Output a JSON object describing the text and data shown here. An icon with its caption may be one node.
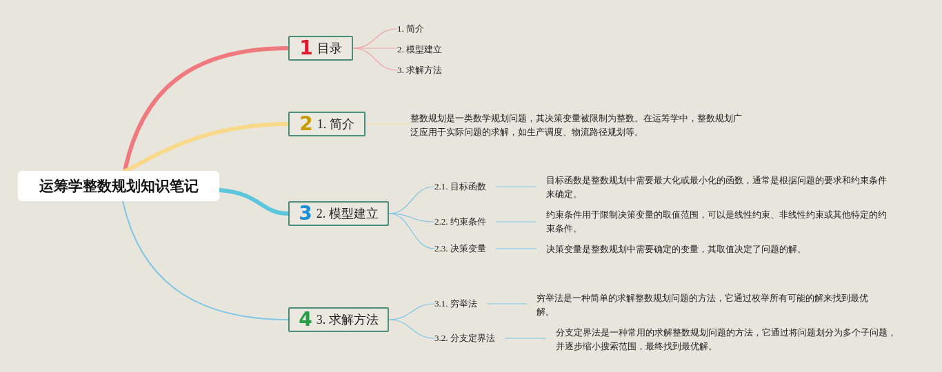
{
  "diagram": {
    "nodes": [
      {
        "text": [
          "运筹学整数规划知识笔记"
        ]
      },
      {
        "text": [
          "1",
          "目录"
        ]
      },
      {
        "text": [
          "2",
          "1. 简介"
        ]
      },
      {
        "text": [
          "3",
          "2. 模型建立"
        ]
      },
      {
        "text": [
          "4",
          "3. 求解方法"
        ]
      },
      {
        "text": [
          "1. 简介"
        ]
      },
      {
        "text": [
          "2. 模型建立"
        ]
      },
      {
        "text": [
          "3. 求解方法"
        ]
      },
      {
        "text": [
          "整数规划是一类数学规划问题，其决策变量被限制为整数。在运筹学中，整数规划广泛应用于实际问题的求解，如生产调度、物流路径规划等。"
        ]
      },
      {
        "text": [
          "2.1. 目标函数"
        ]
      },
      {
        "text": [
          "目标函数是整数规划中需要最大化或最小化的函数，通常是根据问题的要求和约束条件来确定。"
        ]
      },
      {
        "text": [
          "2.2. 约束条件"
        ]
      },
      {
        "text": [
          "约束条件用于限制决策变量的取值范围，可以是线性约束、非线性约束或其他特定的约束条件。"
        ]
      },
      {
        "text": [
          "2.3. 决策变量"
        ]
      },
      {
        "text": [
          "决策变量是整数规划中需要确定的变量，其取值决定了问题的解。"
        ]
      },
      {
        "text": [
          "3.1. 穷举法"
        ]
      },
      {
        "text": [
          "穷举法是一种简单的求解整数规划问题的方法，它通过枚举所有可能的解来找到最优解。"
        ]
      },
      {
        "text": [
          "3.2. 分支定界法"
        ]
      },
      {
        "text": [
          "分支定界法是一种常用的求解整数规划问题的方法，它通过将问题划分为多个子问题，并逐步缩小搜索范围，最终找到最优解。"
        ]
      }
    ],
    "edges": [
      {
        "from": 0,
        "to": 1,
        "arrow": "none",
        "style": "thick",
        "color": "#ee7a80"
      },
      {
        "from": 0,
        "to": 2,
        "arrow": "none",
        "style": "thick",
        "color": "#f8d98a"
      },
      {
        "from": 0,
        "to": 3,
        "arrow": "none",
        "style": "thick",
        "color": "#5cc6dc"
      },
      {
        "from": 0,
        "to": 4,
        "arrow": "none"
      },
      {
        "from": 1,
        "to": 5,
        "arrow": "none",
        "color": "#f0a3a3"
      },
      {
        "from": 1,
        "to": 6,
        "arrow": "none",
        "color": "#f0a3a3"
      },
      {
        "from": 1,
        "to": 7,
        "arrow": "none",
        "color": "#f0a3a3"
      },
      {
        "from": 2,
        "to": 8,
        "arrow": "none",
        "color": "#f8dfa6"
      },
      {
        "from": 3,
        "to": 9,
        "arrow": "none"
      },
      {
        "from": 3,
        "to": 11,
        "arrow": "none"
      },
      {
        "from": 3,
        "to": 13,
        "arrow": "none"
      },
      {
        "from": 9,
        "to": 10,
        "arrow": "none"
      },
      {
        "from": 11,
        "to": 12,
        "arrow": "none"
      },
      {
        "from": 13,
        "to": 14,
        "arrow": "none"
      },
      {
        "from": 4,
        "to": 15,
        "arrow": "none"
      },
      {
        "from": 4,
        "to": 17,
        "arrow": "none"
      },
      {
        "from": 15,
        "to": 16,
        "arrow": "none"
      },
      {
        "from": 17,
        "to": 18,
        "arrow": "none"
      }
    ]
  }
}
